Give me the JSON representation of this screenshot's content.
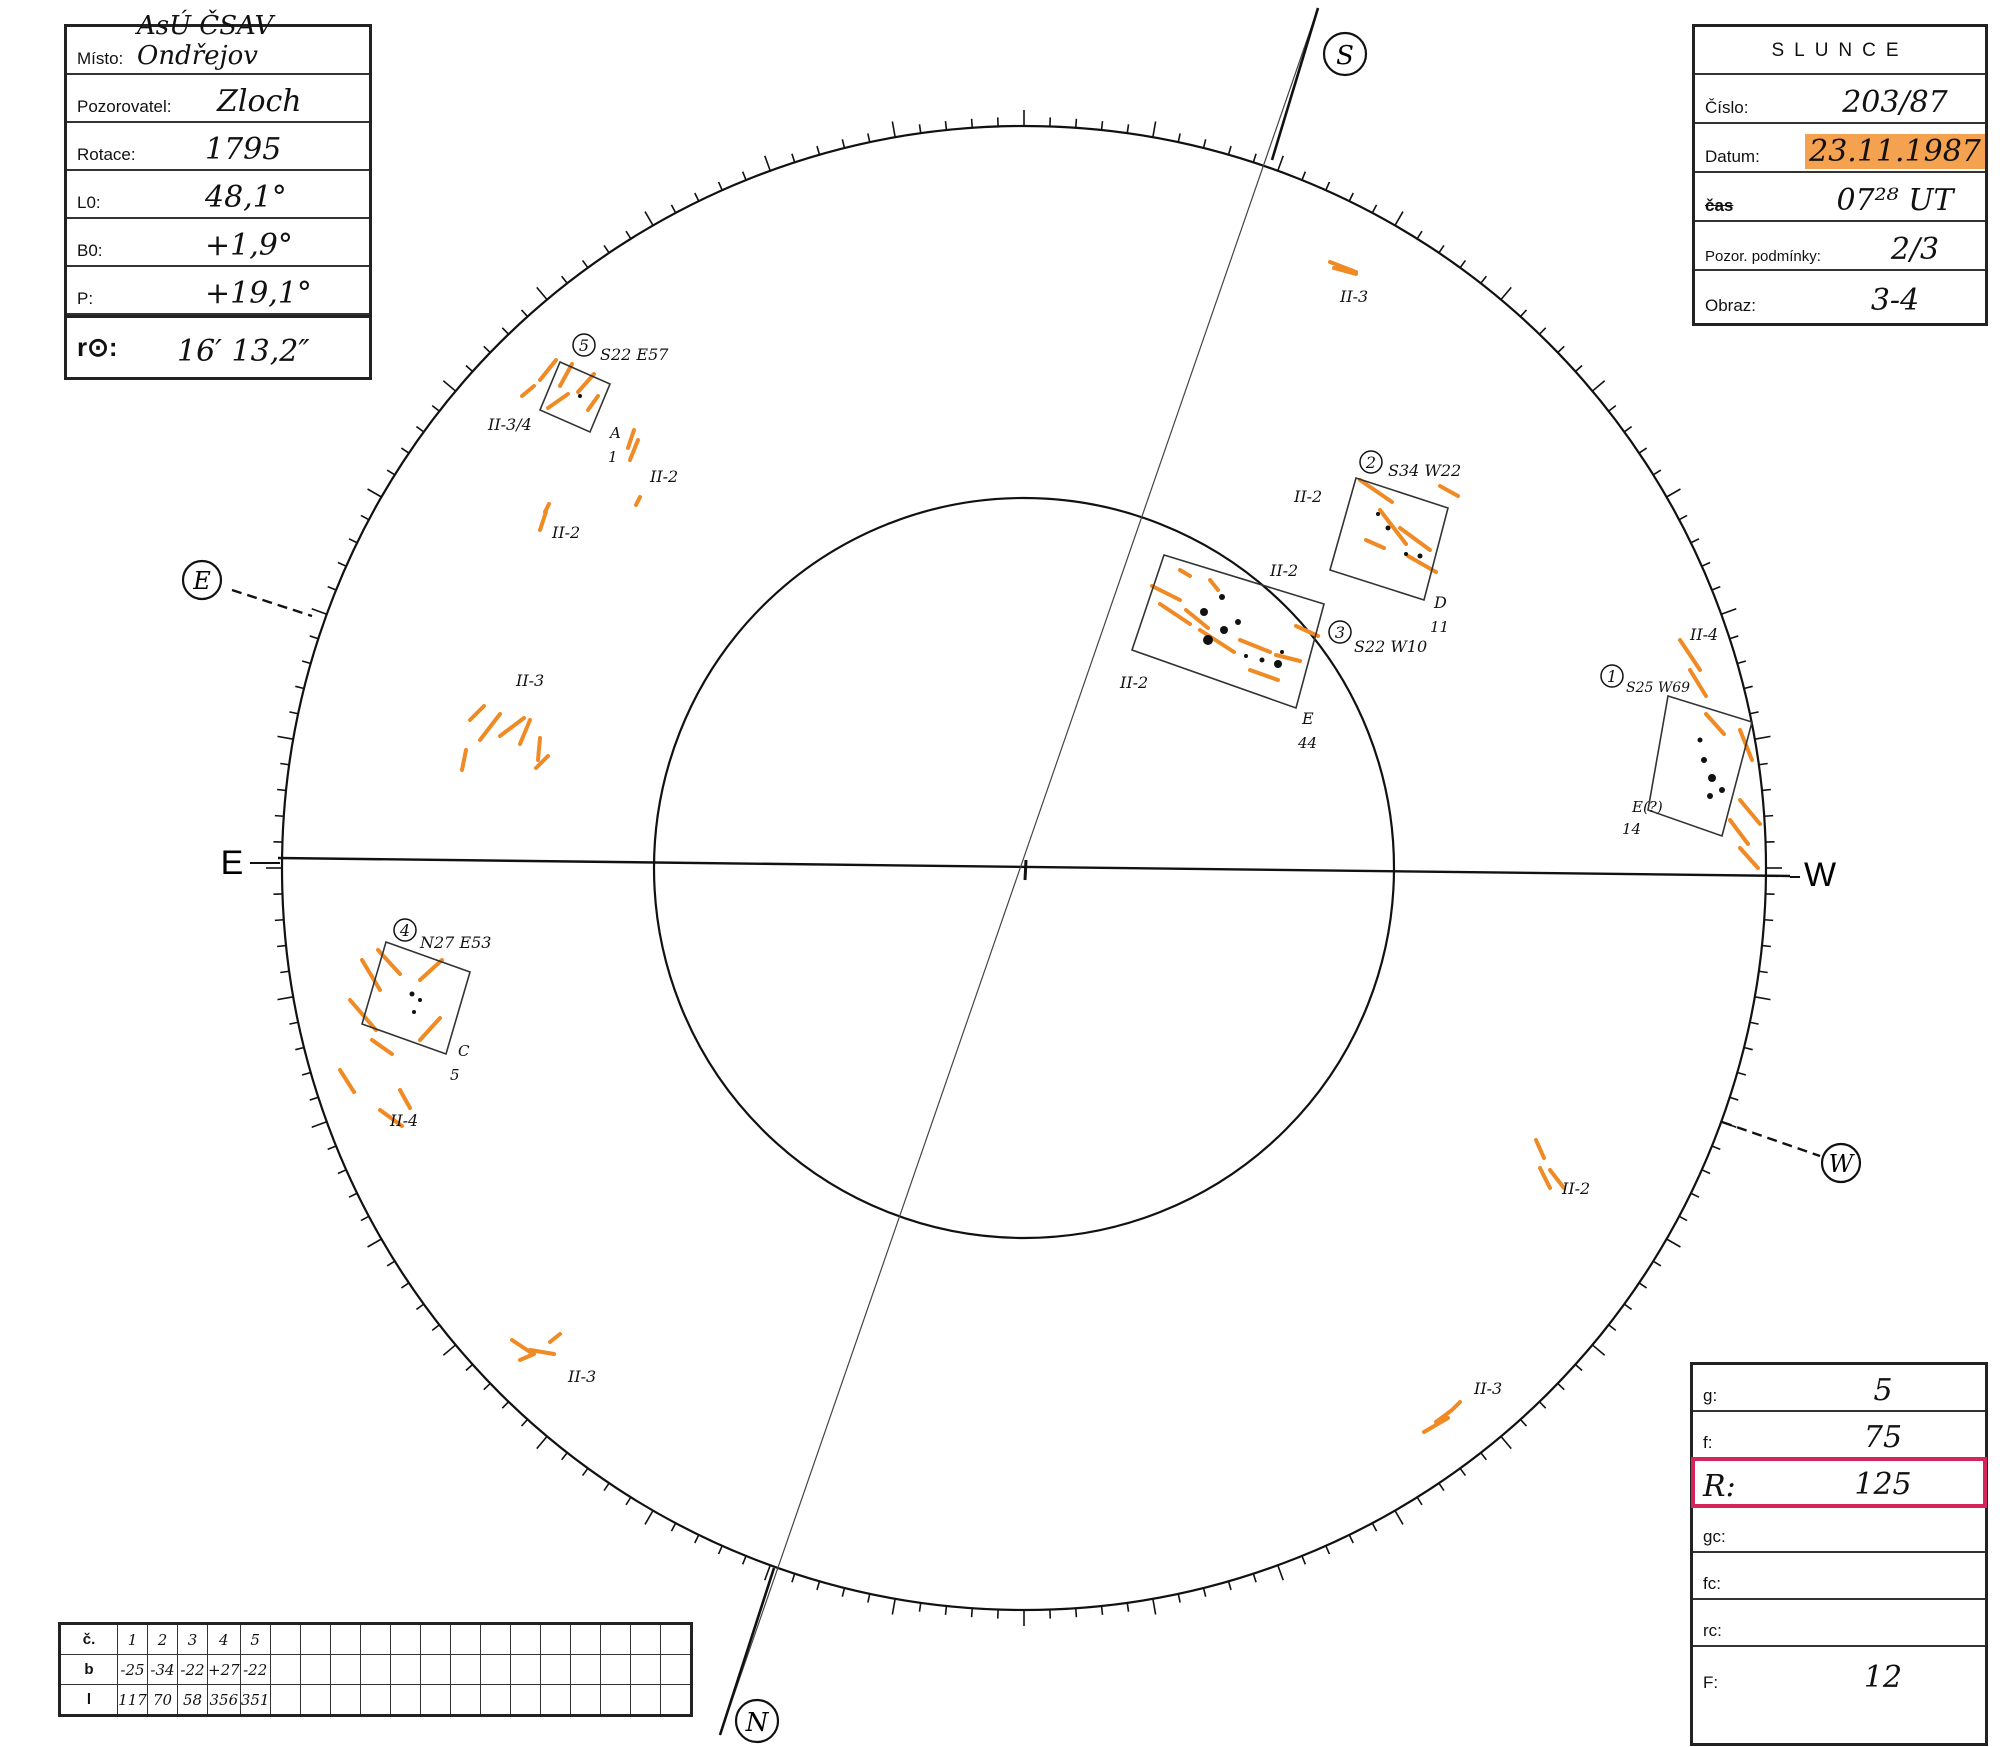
{
  "info": {
    "misto_label": "Místo:",
    "misto": "AsÚ ČSAV Ondřejov",
    "pozorovatel_label": "Pozorovatel:",
    "pozorovatel": "Zloch",
    "rotace_label": "Rotace:",
    "rotace": "1795",
    "l0_label": "L0:",
    "l0": "48,1°",
    "b0_label": "B0:",
    "b0": "+1,9°",
    "p_label": "P:",
    "p": "+19,1°",
    "r0_label": "r⊙:",
    "r0": "16′ 13,2″"
  },
  "sun": {
    "title": "SLUNCE",
    "cislo_label": "Číslo:",
    "cislo": "203/87",
    "datum_label": "Datum:",
    "datum": "23.11.1987",
    "cas_label": "čas",
    "cas": "07²⁸ UT",
    "podminky_label": "Pozor. podmínky:",
    "podminky": "2/3",
    "obraz_label": "Obraz:",
    "obraz": "3-4"
  },
  "stats": {
    "g_label": "g:",
    "g": "5",
    "f_label": "f:",
    "f": "75",
    "r_label": "R:",
    "r": "125",
    "gc_label": "gc:",
    "fc_label": "fc:",
    "rc_label": "rc:",
    "F_label": "F:",
    "F": "12"
  },
  "disk": {
    "label_E": "E",
    "label_W": "W",
    "circle_S": "S",
    "circle_N": "N",
    "circle_E": "E",
    "circle_W": "W"
  },
  "regions": [
    {
      "num": "1",
      "coord": "S25 W69",
      "cls": "E(?)",
      "count": "14",
      "zurich": ""
    },
    {
      "num": "2",
      "coord": "S34 W22",
      "cls": "D",
      "count": "11",
      "zurich": ""
    },
    {
      "num": "3",
      "coord": "S22 W10",
      "cls": "E",
      "count": "44",
      "zurich": ""
    },
    {
      "num": "4",
      "coord": "N27 E53",
      "cls": "C",
      "count": "5",
      "zurich": ""
    },
    {
      "num": "5",
      "coord": "S22 E57",
      "cls": "A",
      "count": "1",
      "zurich": ""
    }
  ],
  "faculae_labels": [
    "II-3",
    "II-3/4",
    "II-2",
    "II-2",
    "II-3",
    "II-4",
    "II-2",
    "II-2",
    "II-4",
    "II-2",
    "II-3",
    "II-3"
  ],
  "table": {
    "row_labels": [
      "č.",
      "b",
      "l"
    ],
    "numbers": [
      "1",
      "2",
      "3",
      "4",
      "5"
    ],
    "b": [
      "-25",
      "-34",
      "-22",
      "+27",
      "-22"
    ],
    "l": [
      "117",
      "70",
      "58",
      "356",
      "351"
    ]
  },
  "colors": {
    "faculae": "#f08a24",
    "highlight": "#d6245a",
    "ink": "#111111"
  }
}
